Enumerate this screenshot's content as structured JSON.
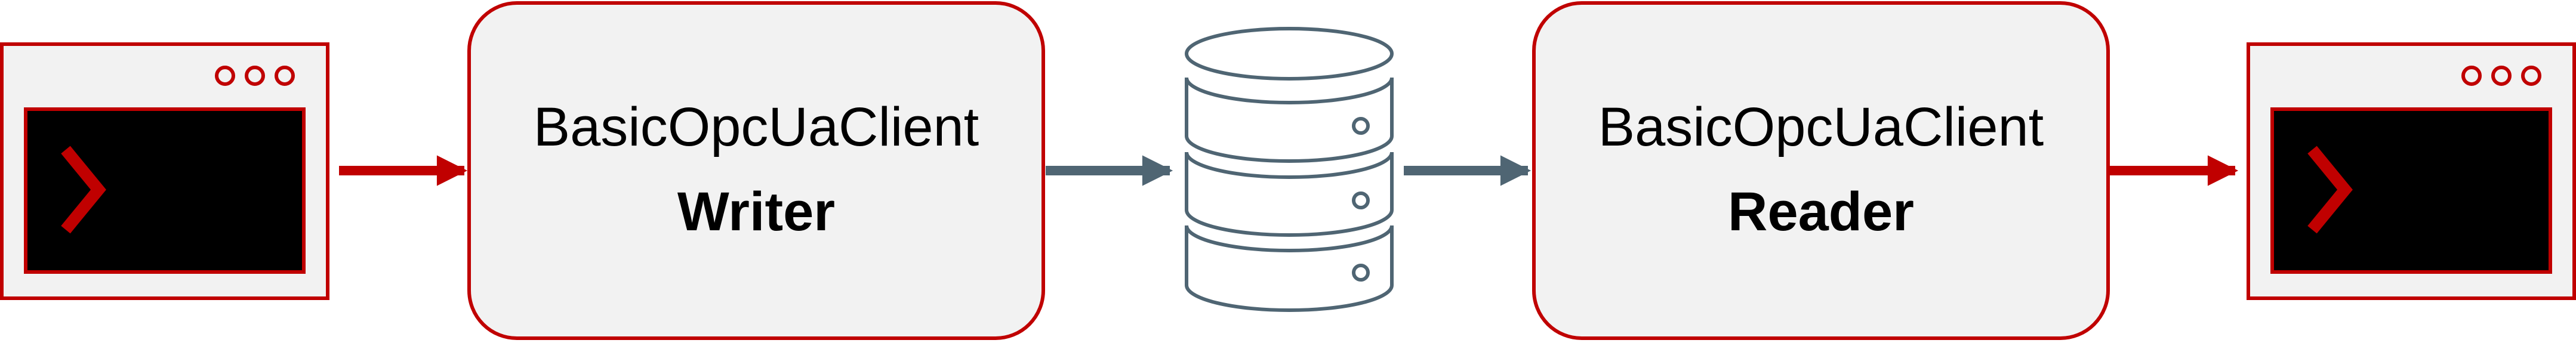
{
  "diagram": {
    "writer": {
      "title": "BasicOpcUaClient",
      "subtitle": "Writer"
    },
    "reader": {
      "title": "BasicOpcUaClient",
      "subtitle": "Reader"
    },
    "left_console": {
      "icon": "terminal-window-icon"
    },
    "right_console": {
      "icon": "terminal-window-icon"
    },
    "database": {
      "icon": "database-icon"
    }
  },
  "colors": {
    "accent_red": "#C00000",
    "arrow_gray": "#4F6573",
    "box_fill": "#F2F2F2",
    "window_fill": "#F2F2F2",
    "console_fill": "#000000",
    "db_stroke": "#4F6573",
    "background": "#FFFFFF"
  }
}
